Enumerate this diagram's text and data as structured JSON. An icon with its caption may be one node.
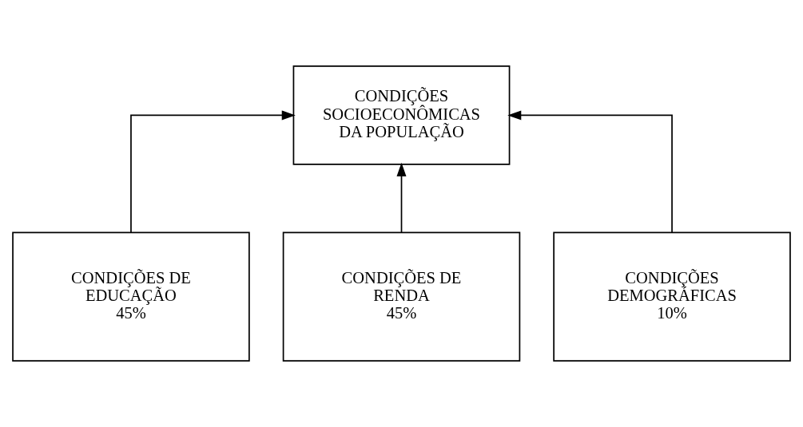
{
  "diagram": {
    "nodes": [
      {
        "text": [
          "CONDIÇÕES SOCIOECONÔMICAS DA POPULAÇÃO"
        ]
      },
      {
        "text": [
          "CONDIÇÕES DE EDUCAÇÃO",
          "45%"
        ]
      },
      {
        "text": [
          "CONDIÇÕES DE RENDA",
          "45%"
        ]
      },
      {
        "text": [
          "CONDIÇÕES DEMOGRÁFICAS",
          "10%"
        ]
      }
    ],
    "edges": [
      {
        "from": 1,
        "to": 0,
        "arrow": "to"
      },
      {
        "from": 2,
        "to": 0,
        "arrow": "to"
      },
      {
        "from": 3,
        "to": 0,
        "arrow": "to"
      }
    ]
  }
}
